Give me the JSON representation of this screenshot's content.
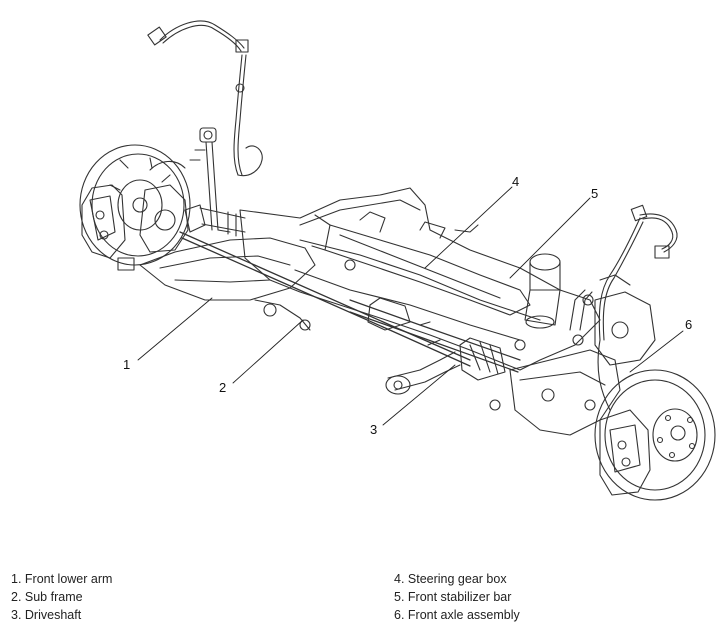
{
  "callouts": [
    "1",
    "2",
    "3",
    "4",
    "5",
    "6"
  ],
  "legend": {
    "left": [
      "1. Front lower arm",
      "2. Sub frame",
      "3. Driveshaft"
    ],
    "right": [
      "4. Steering gear box",
      "5. Front stabilizer bar",
      "6. Front axle assembly"
    ]
  }
}
